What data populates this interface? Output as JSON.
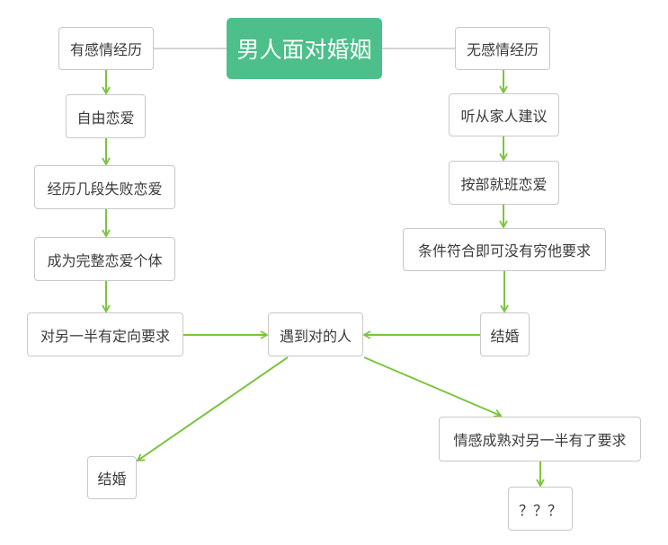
{
  "root": "男人面对婚姻",
  "left_branch": [
    "有感情经历",
    "自由恋爱",
    "经历几段失败恋爱",
    "成为完整恋爱个体",
    "对另一半有定向要求"
  ],
  "right_branch": [
    "无感情经历",
    "听从家人建议",
    "按部就班恋爱",
    "条件符合即可没有穷他要求",
    "结婚"
  ],
  "center": "遇到对的人",
  "outcome_left": "结婚",
  "outcome_right": "情感成熟对另一半有了要求",
  "unknown": "？？？",
  "colors": {
    "root": "#4cbf8a",
    "arrow": "#7dc33f",
    "connector": "#aaaaaa"
  }
}
